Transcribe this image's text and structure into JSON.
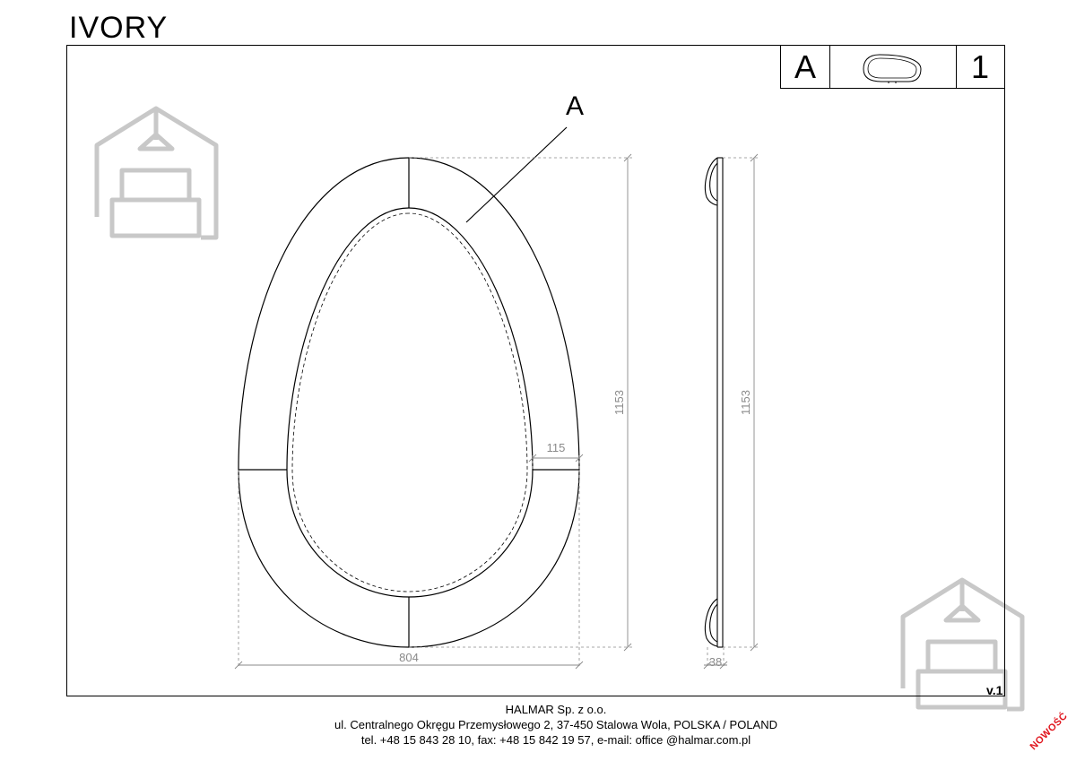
{
  "product": {
    "name": "IVORY"
  },
  "title_block": {
    "part_letter": "A",
    "quantity": "1"
  },
  "callout": {
    "label": "A"
  },
  "dimensions": {
    "front_width": "804",
    "front_height": "1153",
    "frame_band": "115",
    "side_height": "1153",
    "side_depth": "38"
  },
  "version": "v.1",
  "footer": {
    "company": "HALMAR Sp. z o.o.",
    "address": "ul. Centralnego Okręgu Przemysłowego 2, 37-450 Stalowa Wola, POLSKA / POLAND",
    "contact": "tel. +48 15 843 28 10, fax: +48 15 842 19 57, e-mail: office @halmar.com.pl"
  },
  "badge": {
    "text": "NOWOŚĆ",
    "color": "#e0141c"
  },
  "colors": {
    "line": "#000000",
    "logo": "#c8c8c8",
    "dimension": "#8a8a8a"
  },
  "icons": {
    "logo": "house-sofa-logo-icon",
    "thumbnail": "mirror-thumbnail-icon"
  }
}
